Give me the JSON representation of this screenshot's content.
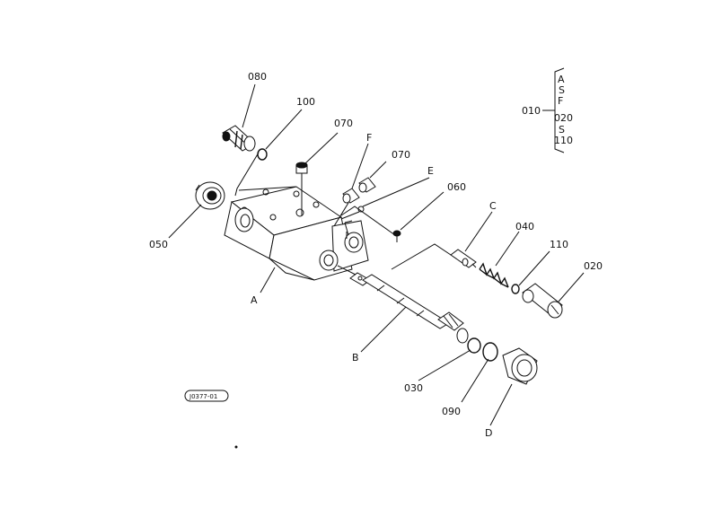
{
  "diagram": {
    "callouts": {
      "p080": "080",
      "p100": "100",
      "p070a": "070",
      "F": "F",
      "p070b": "070",
      "E": "E",
      "p060": "060",
      "C": "C",
      "p040": "040",
      "p110": "110",
      "p020": "020",
      "p050": "050",
      "A": "A",
      "B": "B",
      "p030": "030",
      "p090": "090",
      "D": "D"
    },
    "legend": {
      "ref": "010",
      "l1": "A",
      "l2": "S",
      "l3": "F",
      "l4": "020",
      "l5": "S",
      "l6": "110"
    },
    "drawing_code": "J0377-01"
  }
}
